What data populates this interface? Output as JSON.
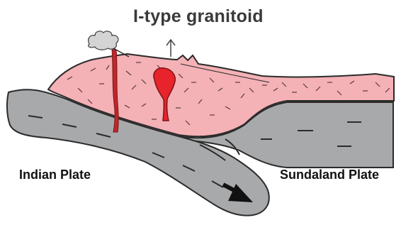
{
  "title": "I-type granitoid",
  "labels": {
    "left_plate": "Indian Plate",
    "right_plate": "Sundaland Plate"
  },
  "colors": {
    "plate": "#a8a9ab",
    "outline": "#2b2b2b",
    "crust": "#f4b1b6",
    "magma": "#e8232b",
    "dike": "#c0262a",
    "ash_cloud": "#d4d4d4",
    "arrow": "#111111"
  }
}
